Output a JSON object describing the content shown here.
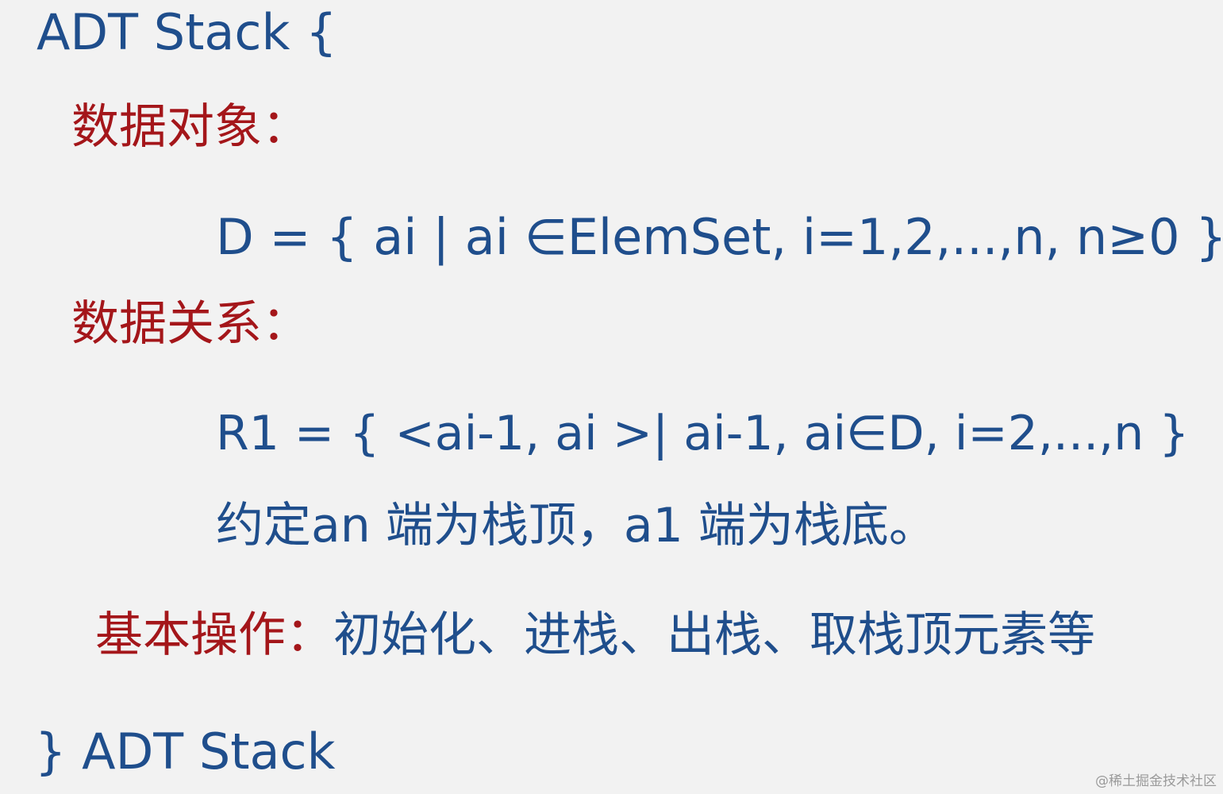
{
  "adt": {
    "open": "ADT Stack {",
    "close": "} ADT Stack"
  },
  "data_object": {
    "label": "数据对象：",
    "definition": "D = { ai | ai ∈ElemSet, i=1,2,...,n, n≥0 }"
  },
  "data_relation": {
    "label": "数据关系：",
    "definition": "R1 = { <ai-1, ai >| ai-1, ai∈D, i=2,...,n }",
    "convention": "约定an 端为栈顶，a1 端为栈底。"
  },
  "operations": {
    "label": "基本操作：",
    "items": "初始化、进栈、出栈、取栈顶元素等"
  },
  "watermark": "@稀土掘金技术社区",
  "colors": {
    "body_text": "#1f4e8c",
    "label_text": "#a4161a",
    "background": "#f2f2f2"
  }
}
